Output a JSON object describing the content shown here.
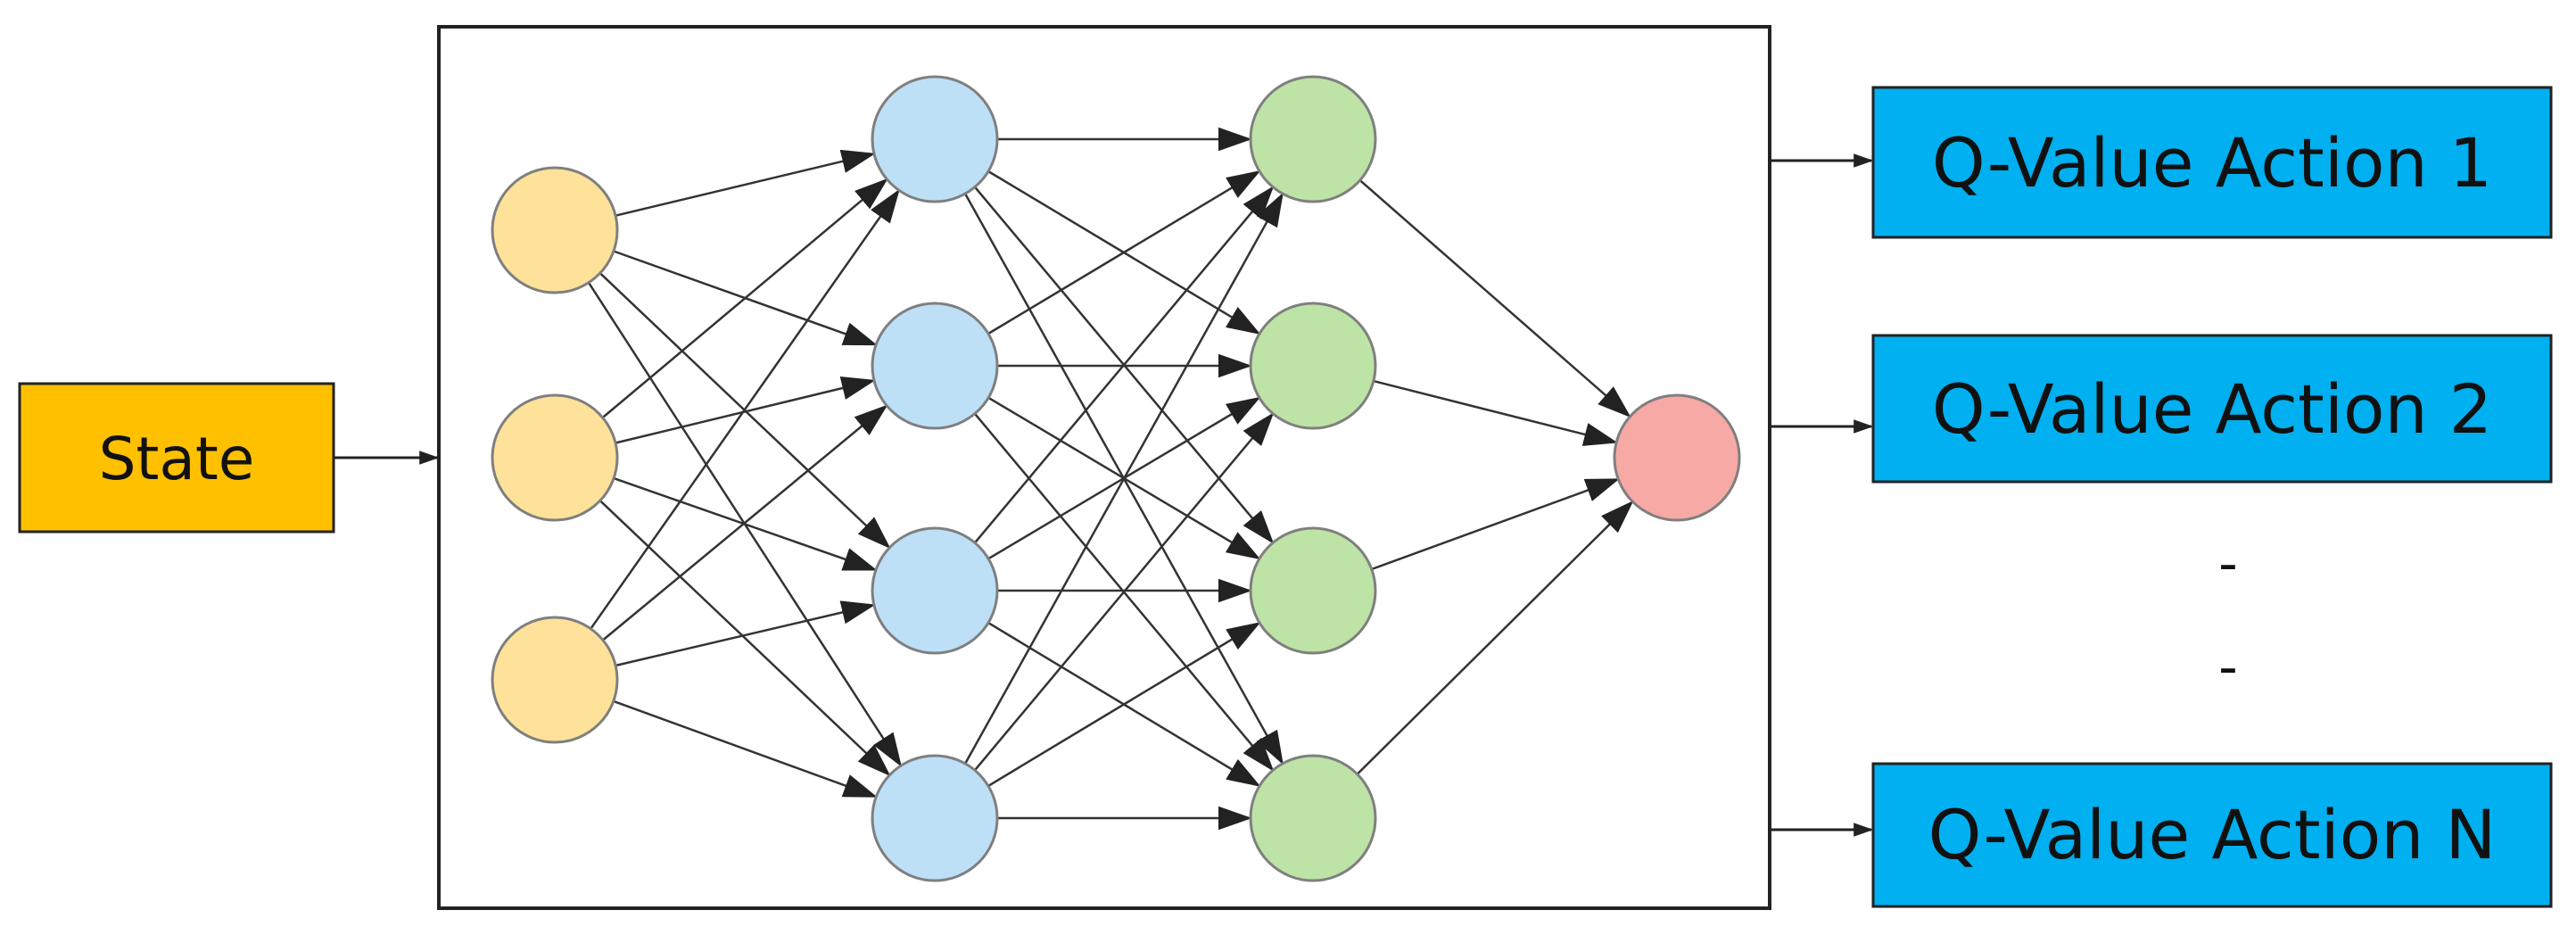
{
  "input": {
    "label": "State",
    "color": "#FFC000"
  },
  "outputs": [
    {
      "label": "Q-Value Action 1"
    },
    {
      "label": "Q-Value Action 2"
    },
    {
      "label": "Q-Value Action N"
    }
  ],
  "ellipsis": [
    "-",
    "-"
  ],
  "network": {
    "layers": [
      {
        "nodes": 3,
        "color": "#FFE299"
      },
      {
        "nodes": 4,
        "color": "#BDE0F7"
      },
      {
        "nodes": 4,
        "color": "#BEE3A6"
      },
      {
        "nodes": 1,
        "color": "#F7A9A6"
      }
    ]
  },
  "colors": {
    "output_box": "#00B0F0",
    "line": "#333333",
    "node_stroke": "#7F7F7F"
  }
}
